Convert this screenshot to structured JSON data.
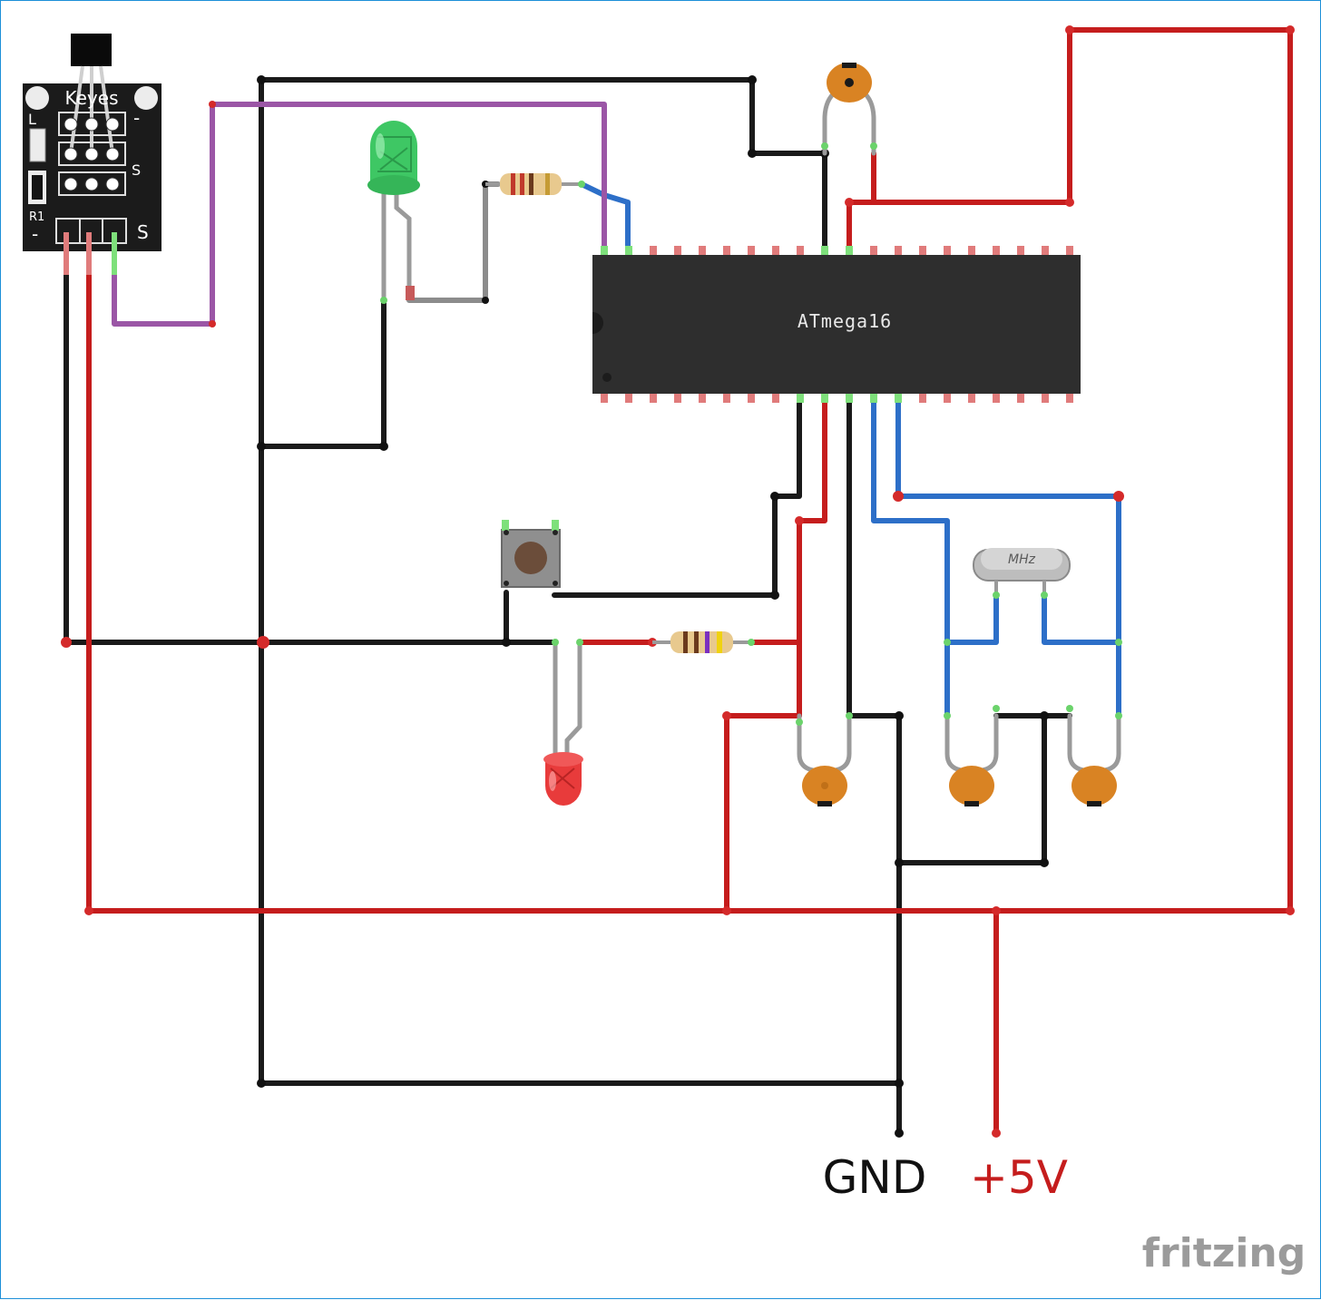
{
  "chip": {
    "label": "ATmega16"
  },
  "sensor_module": {
    "brand": "Keyes",
    "silk_L": "L",
    "silk_minus_top": "-",
    "silk_S_top": "S",
    "silk_R1": "R1",
    "silk_minus_bottom": "-",
    "silk_S_bottom": "S"
  },
  "crystal": {
    "label": "MHz"
  },
  "labels": {
    "gnd": "GND",
    "vcc": "+5V"
  },
  "colors": {
    "gnd_label": "#111111",
    "vcc_label": "#c51d1d"
  },
  "watermark": "fritzing"
}
